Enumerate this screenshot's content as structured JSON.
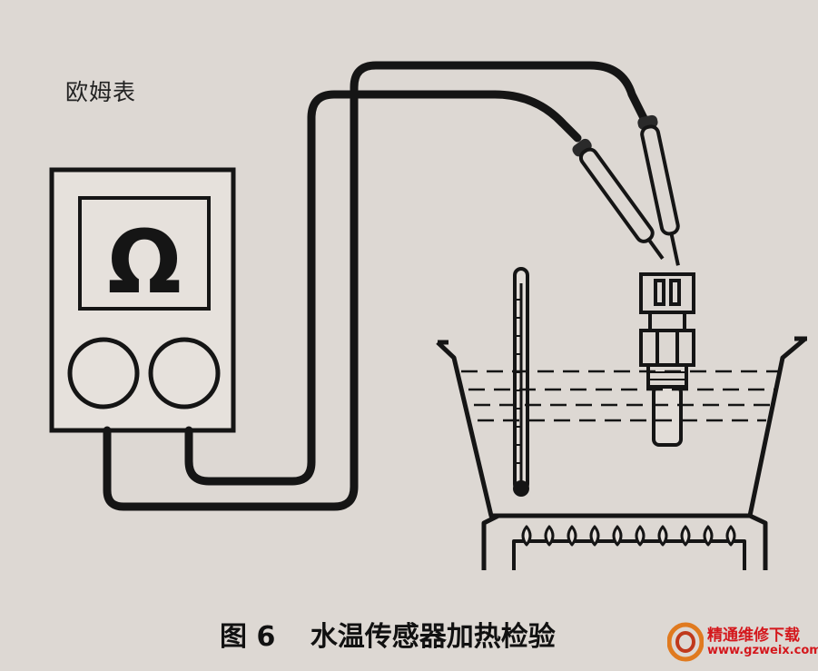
{
  "labels": {
    "meter": "欧姆表",
    "ohm_symbol": "Ω"
  },
  "caption": {
    "figure_number": "图 6",
    "title": "水温传感器加热检验"
  },
  "watermark": {
    "site_name": "精通维修下载",
    "url": "www.gzweix.com"
  }
}
